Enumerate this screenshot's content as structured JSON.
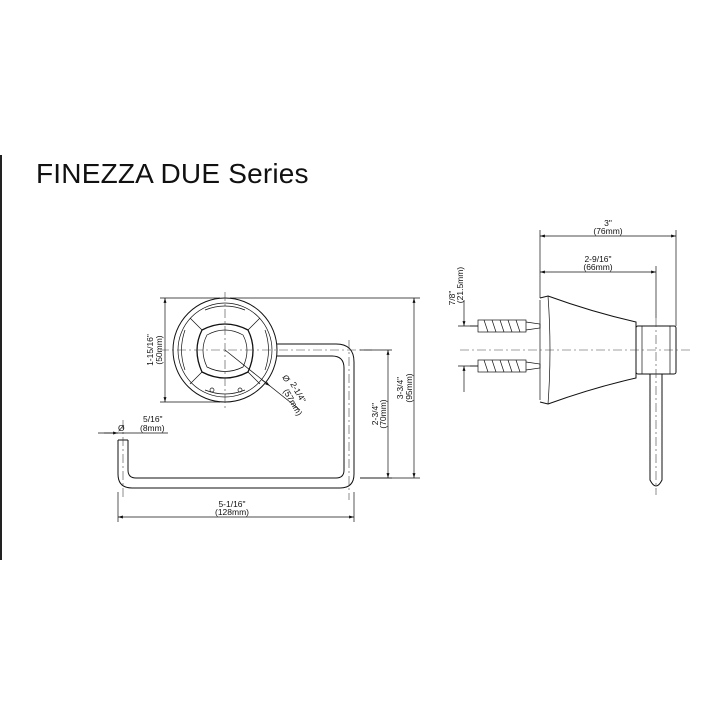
{
  "title": "FINEZZA DUE Series",
  "dimensions": {
    "flange_height": {
      "imperial": "1-15/16\"",
      "metric": "(50mm)"
    },
    "flange_diameter": {
      "symbol": "Ø",
      "imperial": "2-1/4\"",
      "metric": "(57mm)"
    },
    "rod_diameter": {
      "symbol": "Ø",
      "imperial": "5/16\"",
      "metric": "(8mm)"
    },
    "ring_height": {
      "imperial": "2-3/4\"",
      "metric": "(70mm)"
    },
    "overall_height": {
      "imperial": "3-3/4\"",
      "metric": "(95mm)"
    },
    "ring_width": {
      "imperial": "5-1/16\"",
      "metric": "(128mm)"
    },
    "projection": {
      "imperial": "3\"",
      "metric": "(76mm)"
    },
    "projection_to_rod": {
      "imperial": "2-9/16\"",
      "metric": "(66mm)"
    },
    "anchor_spacing": {
      "imperial": "7/8\"",
      "metric": "(21.5mm)"
    }
  }
}
